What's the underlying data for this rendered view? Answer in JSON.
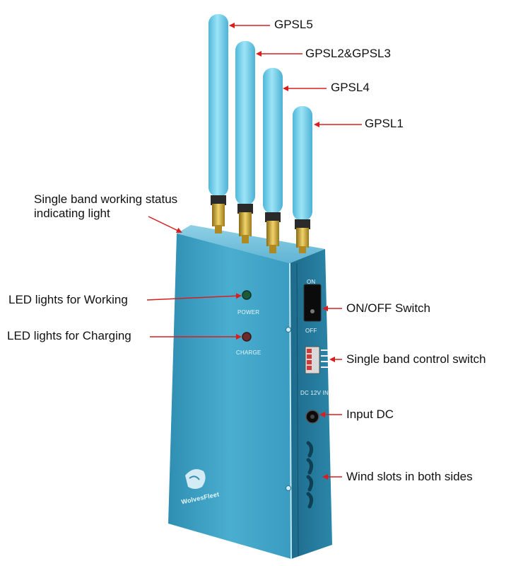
{
  "colors": {
    "device_body": "#3f9fc0",
    "device_side": "#1f6f92",
    "antenna": "#73d2ee",
    "connector_gold": "#c9a227",
    "arrow": "#d81e1e",
    "label_text": "#111111"
  },
  "antennas": [
    {
      "label": "GPSL5"
    },
    {
      "label": "GPSL2&GPSL3"
    },
    {
      "label": "GPSL4"
    },
    {
      "label": "GPSL1"
    }
  ],
  "callouts": {
    "status_light_line1": "Single band working status",
    "status_light_line2": "indicating light",
    "led_working": "LED lights for Working",
    "led_charging": "LED lights for Charging",
    "on_off_switch": "ON/OFF Switch",
    "band_switch": "Single band control switch",
    "input_dc": "Input DC",
    "wind_slots": "Wind slots in both sides"
  },
  "device_text": {
    "power": "POWER",
    "charge": "CHARGE",
    "on": "ON",
    "off": "OFF",
    "dc_in": "DC 12V IN",
    "brand": "WolvesFleet"
  }
}
